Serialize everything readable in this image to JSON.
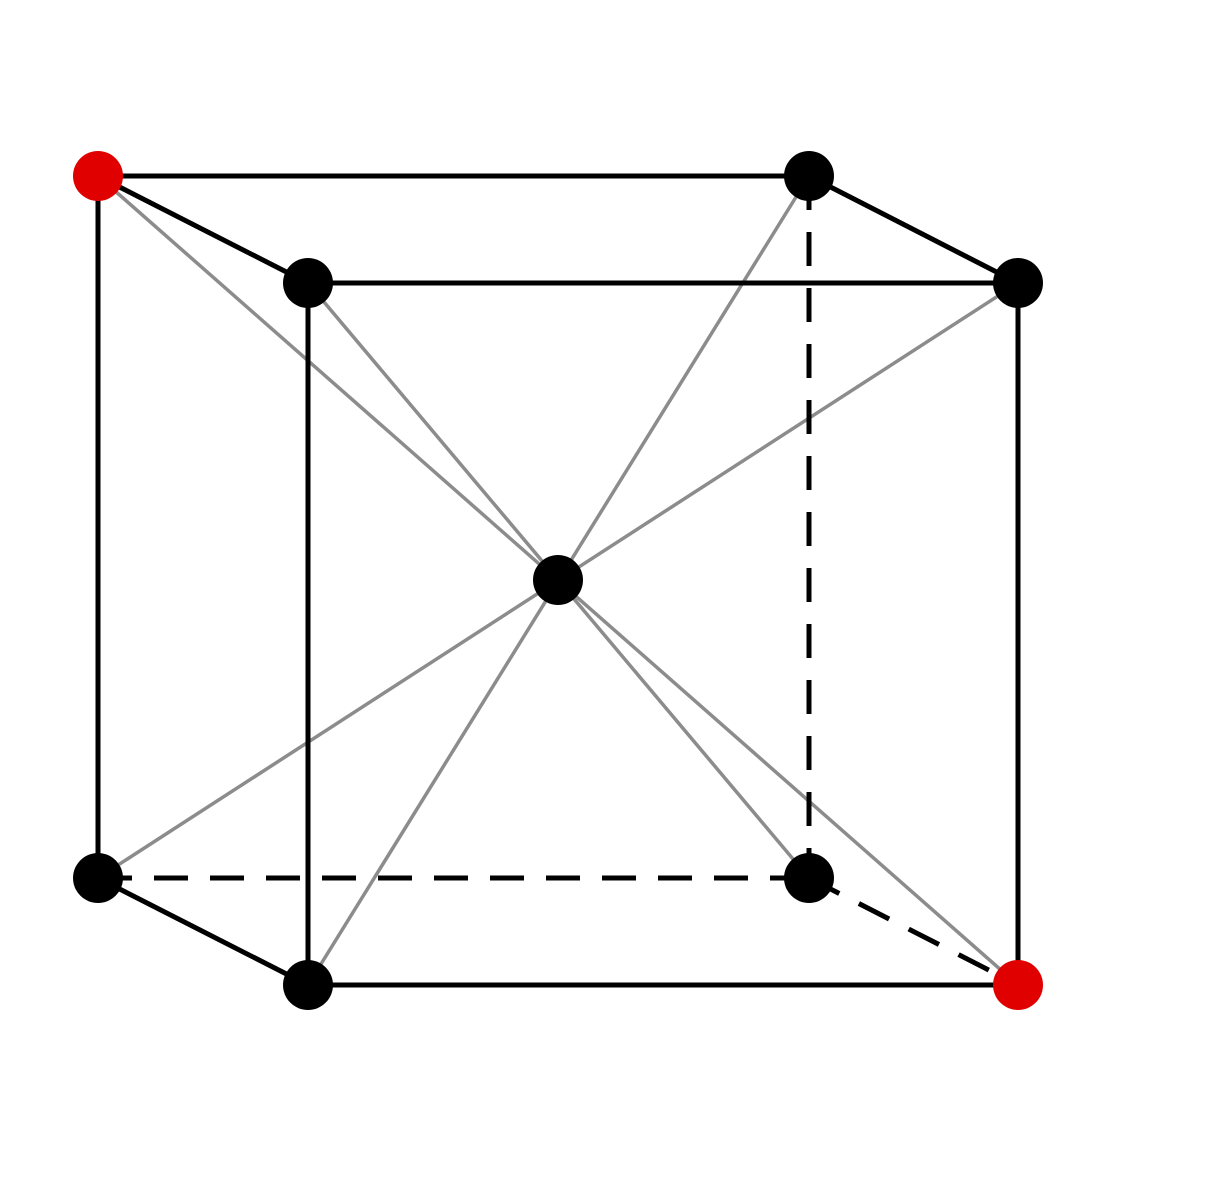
{
  "diagram": {
    "kind": "body-centered cubic unit cell",
    "background_color": "#ffffff",
    "colors": {
      "edge": "#000000",
      "hidden_edge": "#000000",
      "diagonal": "#8c8c8c",
      "atom": "#000000",
      "highlighted_atom": "#e00000"
    },
    "atoms": [
      {
        "id": "back-top-left",
        "role": "corner",
        "highlighted": true
      },
      {
        "id": "back-top-right",
        "role": "corner",
        "highlighted": false
      },
      {
        "id": "front-top-left",
        "role": "corner",
        "highlighted": false
      },
      {
        "id": "front-top-right",
        "role": "corner",
        "highlighted": false
      },
      {
        "id": "center",
        "role": "body-center",
        "highlighted": false
      },
      {
        "id": "back-bottom-left",
        "role": "corner",
        "highlighted": false
      },
      {
        "id": "back-bottom-right",
        "role": "corner",
        "highlighted": false
      },
      {
        "id": "front-bottom-left",
        "role": "corner",
        "highlighted": false
      },
      {
        "id": "front-bottom-right",
        "role": "corner",
        "highlighted": true
      }
    ],
    "edges": [
      {
        "from": "back-top-left",
        "to": "back-top-right",
        "style": "solid"
      },
      {
        "from": "back-top-left",
        "to": "front-top-left",
        "style": "solid"
      },
      {
        "from": "back-top-right",
        "to": "front-top-right",
        "style": "solid"
      },
      {
        "from": "front-top-left",
        "to": "front-top-right",
        "style": "solid"
      },
      {
        "from": "back-top-left",
        "to": "back-bottom-left",
        "style": "solid"
      },
      {
        "from": "front-top-left",
        "to": "front-bottom-left",
        "style": "solid"
      },
      {
        "from": "front-top-right",
        "to": "front-bottom-right",
        "style": "solid"
      },
      {
        "from": "back-bottom-left",
        "to": "front-bottom-left",
        "style": "solid"
      },
      {
        "from": "front-bottom-left",
        "to": "front-bottom-right",
        "style": "solid"
      },
      {
        "from": "back-top-right",
        "to": "back-bottom-right",
        "style": "dashed"
      },
      {
        "from": "back-bottom-left",
        "to": "back-bottom-right",
        "style": "dashed"
      },
      {
        "from": "back-bottom-right",
        "to": "front-bottom-right",
        "style": "dashed"
      }
    ],
    "body_diagonals": [
      {
        "from": "back-top-left",
        "to": "front-bottom-right"
      },
      {
        "from": "front-top-left",
        "to": "back-bottom-right"
      },
      {
        "from": "back-top-right",
        "to": "front-bottom-left"
      },
      {
        "from": "front-top-right",
        "to": "back-bottom-left"
      }
    ]
  }
}
